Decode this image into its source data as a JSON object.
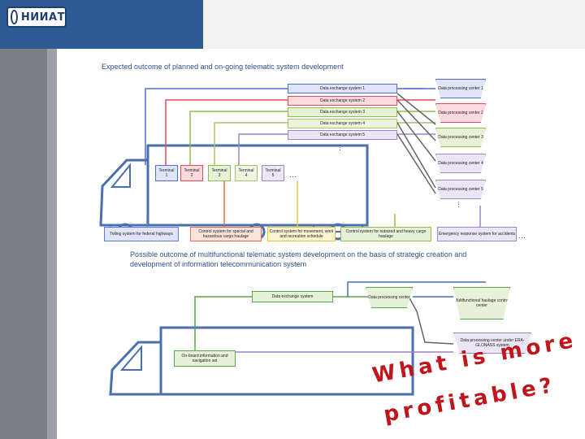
{
  "header": {
    "logo_text": "НИИАТ"
  },
  "section1": {
    "title": "Expected outcome of planned and on-going telematic system development",
    "exchange_systems": [
      "Data exchange system 1",
      "Data exchange system 2",
      "Data exchange system 3",
      "Data exchange system 4",
      "Data exchange system 5"
    ],
    "processing_centers": [
      "Data processing center 1",
      "Data processing center 2",
      "Data processing center 3",
      "Data processing center 4",
      "Data processing center 5"
    ],
    "terminals": [
      {
        "label": "Terminal",
        "num": "1"
      },
      {
        "label": "Terminal",
        "num": "2"
      },
      {
        "label": "Terminal",
        "num": "3"
      },
      {
        "label": "Terminal",
        "num": "4"
      },
      {
        "label": "Terminal",
        "num": "5"
      }
    ],
    "bottom_systems": [
      "Tolling system for federal highways",
      "Control system for special and hazardous cargo haulage",
      "Control system for movement, work and recreation schedule",
      "Control system for outsized and heavy cargo haulage",
      "Emergency response system for accidents"
    ],
    "ellipsis": "…"
  },
  "section2": {
    "title": "Possible outcome of multifunctional telematic system development on the basis of strategic creation and development of information telecommunication system",
    "exchange_system": "Data exchange system",
    "processing_center": "Data processing center",
    "haulage_center": "Multifunctional haulage control center",
    "glonass_center": "Data processing center under ERA-GLONASS system",
    "onboard": "On-board information and navigation set"
  },
  "slogan": {
    "line1": "What is more",
    "line2": "profitable?"
  },
  "colors": {
    "sys1": "#4f6fc9",
    "sys2": "#e24b5b",
    "sys3": "#8fbf4a",
    "sys4": "#a8c46b",
    "sys5": "#9b86c9",
    "tolling": "#5a7fd6",
    "hazard": "#e26c4b",
    "schedule": "#e0c53b",
    "outsized": "#8fbf4a",
    "emergency": "#9b86c9",
    "truck": "#4a6fb3",
    "slogan": "#c0161b"
  }
}
